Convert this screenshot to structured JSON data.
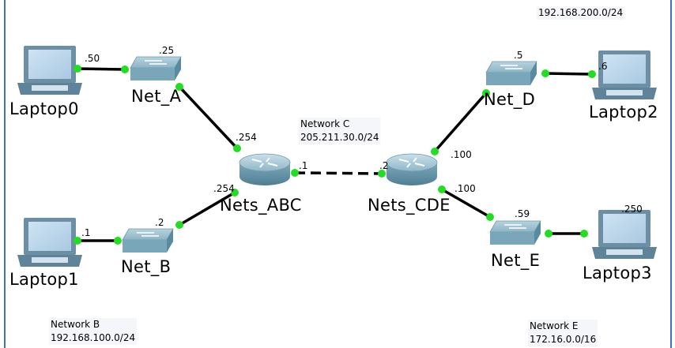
{
  "devices": {
    "laptop0": "Laptop0",
    "laptop1": "Laptop1",
    "laptop2": "Laptop2",
    "laptop3": "Laptop3",
    "switch_a": "Net_A",
    "switch_b": "Net_B",
    "switch_d": "Net_D",
    "switch_e": "Net_E",
    "router_abc": "Nets_ABC",
    "router_cde": "Nets_CDE"
  },
  "ips": {
    "laptop0": ".50",
    "switch_a": ".25",
    "router_abc_a": ".254",
    "laptop1": ".1",
    "switch_b": ".2",
    "router_abc_b": ".254",
    "router_abc_c": ".1",
    "router_cde_c": ".2",
    "router_cde_d": ".100",
    "router_cde_e": ".100",
    "switch_d": ".5",
    "laptop2": ".6",
    "switch_e": ".59",
    "laptop3": ".250"
  },
  "networks": {
    "top_right": {
      "subnet": "192.168.200.0/24"
    },
    "c": {
      "name": "Network C",
      "subnet": "205.211.30.0/24"
    },
    "b": {
      "name": "Network B",
      "subnet": "192.168.100.0/24"
    },
    "e": {
      "name": "Network E",
      "subnet": "172.16.0.0/16"
    }
  },
  "colors": {
    "link": "#000000",
    "port_up": "#22dd22",
    "frame": "#3f6fc4",
    "device_body": "#7fb3cc"
  },
  "icons": {
    "laptop": "laptop-icon",
    "switch": "switch-icon",
    "router": "router-icon"
  }
}
